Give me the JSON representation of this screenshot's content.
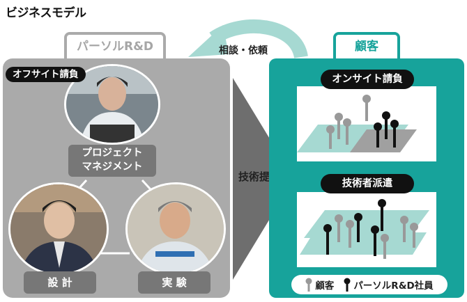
{
  "title": "ビジネスモデル",
  "left": {
    "tag": "パーソルR&D",
    "offsite_label": "オフサイト請負",
    "pm_label_line1": "プロジェクト",
    "pm_label_line2": "マネジメント",
    "design_label": "設 計",
    "experiment_label": "実 験"
  },
  "consult_label": "相談・依頼",
  "tech_label": "技術提供",
  "right": {
    "tag": "顧客",
    "onsite_label": "オンサイト請負",
    "dispatch_label": "技術者派遣"
  },
  "legend": {
    "customer": "顧客",
    "employee": "パーソルR&D社員"
  },
  "colors": {
    "teal": "#17a39b",
    "gray": "#aaaaaa",
    "light_teal": "#a6d9d2",
    "dark_gray_node": "#777777"
  }
}
